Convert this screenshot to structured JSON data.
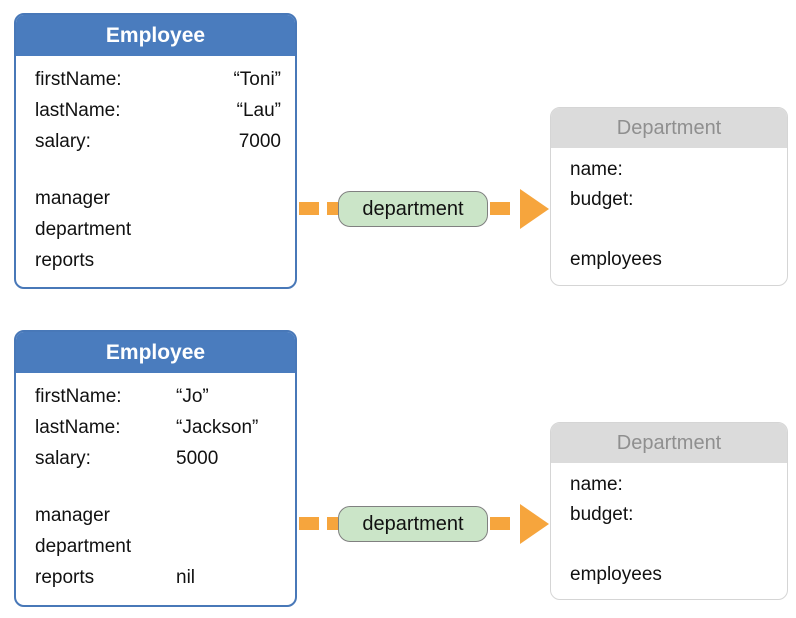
{
  "colors": {
    "employee_header_bg": "#4A7CBE",
    "employee_border": "#4878B8",
    "employee_title_fg": "#FFFFFF",
    "department_header_bg": "#DBDBDB",
    "department_title_fg": "#8F8F8F",
    "department_border": "#D5D5D5",
    "pill_bg": "#CBE5C8",
    "pill_border": "#808080",
    "arrow_orange": "#F6A53D",
    "text_fg": "#111111"
  },
  "diagrams": [
    {
      "employee": {
        "title": "Employee",
        "attributes": [
          {
            "label": "firstName:",
            "value": "“Toni”"
          },
          {
            "label": "lastName:",
            "value": "“Lau”"
          },
          {
            "label": "salary:",
            "value": "7000"
          }
        ],
        "relationships": [
          {
            "label": "manager",
            "value": ""
          },
          {
            "label": "department",
            "value": ""
          },
          {
            "label": "reports",
            "value": ""
          }
        ]
      },
      "relationship_label": "department",
      "department": {
        "title": "Department",
        "attributes": [
          "name:",
          "budget:"
        ],
        "relationships": [
          "employees"
        ]
      }
    },
    {
      "employee": {
        "title": "Employee",
        "attributes": [
          {
            "label": "firstName:",
            "value": "“Jo”"
          },
          {
            "label": "lastName:",
            "value": "“Jackson”"
          },
          {
            "label": "salary:",
            "value": "5000"
          }
        ],
        "relationships": [
          {
            "label": "manager",
            "value": ""
          },
          {
            "label": "department",
            "value": ""
          },
          {
            "label": "reports",
            "value": "nil"
          }
        ]
      },
      "relationship_label": "department",
      "department": {
        "title": "Department",
        "attributes": [
          "name:",
          "budget:"
        ],
        "relationships": [
          "employees"
        ]
      }
    }
  ]
}
